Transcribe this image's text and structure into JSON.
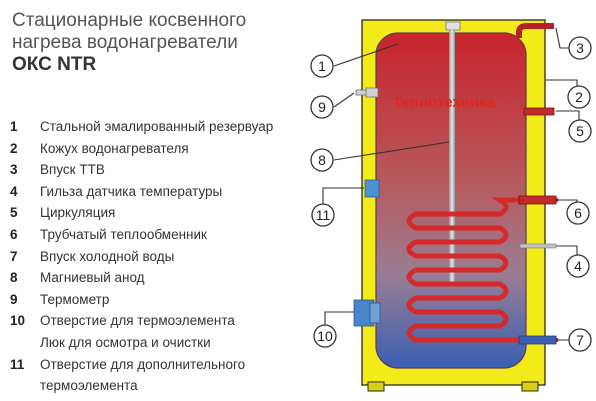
{
  "header": {
    "line1": "Стационарные косвенного",
    "line2": "нагрева водонагреватели",
    "model": "ОКС NTR"
  },
  "legend": [
    {
      "num": "1",
      "text": "Стальной эмалированный резервуар"
    },
    {
      "num": "2",
      "text": "Кожух водонагревателя"
    },
    {
      "num": "3",
      "text": "Впуск ТТВ"
    },
    {
      "num": "4",
      "text": "Гильза датчика температуры"
    },
    {
      "num": "5",
      "text": "Циркуляция"
    },
    {
      "num": "6",
      "text": "Трубчатый теплообменник"
    },
    {
      "num": "7",
      "text": "Впуск холодной воды"
    },
    {
      "num": "8",
      "text": "Магниевый анод"
    },
    {
      "num": "9",
      "text": "Термометр"
    },
    {
      "num": "10",
      "text": "Отверстие для термоэлемента\nЛюк для осмотра и очистки"
    },
    {
      "num": "11",
      "text": "Отверстие для дополнительного\nтермоэлемента"
    }
  ],
  "diagram": {
    "watermark": "Теплотехника",
    "callouts": [
      "1",
      "9",
      "8",
      "11",
      "10",
      "3",
      "2",
      "5",
      "6",
      "4",
      "7"
    ],
    "colors": {
      "casing": "#f3ea1a",
      "tank_top": "#c8242b",
      "tank_bottom": "#3a5fb4",
      "coil": "#d62a2a",
      "pipe": "#c9ccd0",
      "sensor_sleeve": "#4b90cf",
      "watermark": "#e0261f"
    }
  }
}
